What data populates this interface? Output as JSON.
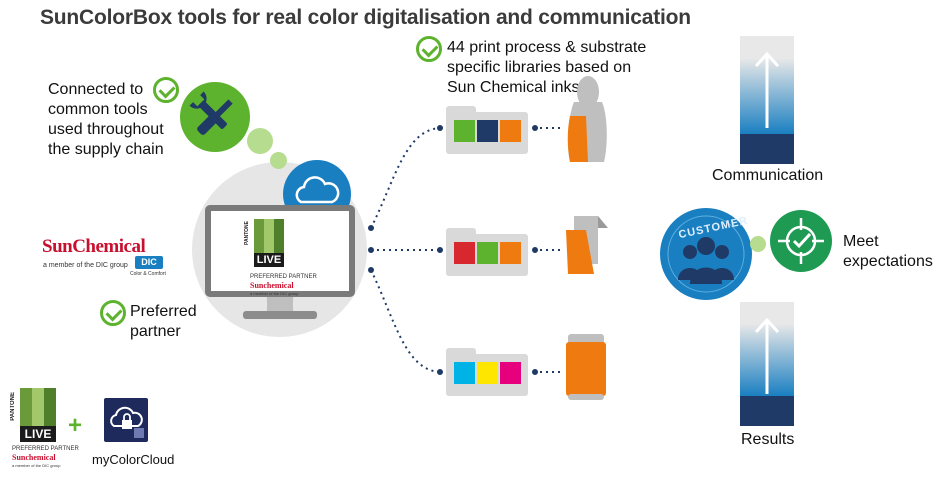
{
  "title": "SunColorBox tools for real color digitalisation and communication",
  "connected_text": [
    "Connected to",
    "common tools",
    "used throughout",
    "the supply chain"
  ],
  "preferred_text": [
    "Preferred",
    "partner"
  ],
  "libraries_text": [
    "44 print process & substrate",
    "specific libraries based on",
    "Sun Chemical inks"
  ],
  "communication_label": "Communication",
  "results_label": "Results",
  "meet_text": [
    "Meet",
    "expectations"
  ],
  "customer_label": "CUSTOMER",
  "mycolorcloud_label": "myColorCloud",
  "plus": "+",
  "sunchemical": {
    "name": "SunChemical",
    "subtitle": "a member of the DIC group",
    "dic": "DIC",
    "dic_tag": "Color & Comfort"
  },
  "pantone_live": {
    "pantone": "PANTONE",
    "live": "LIVE",
    "preferred": "PREFERRED PARTNER",
    "sun": "Sunchemical",
    "member": "a member of the DIC group"
  },
  "colors": {
    "green": "#5eb32e",
    "navy": "#1f3a66",
    "blue": "#1a7fc1",
    "cyan": "#00b3e6",
    "orange": "#ef7b10",
    "red": "#d7272f",
    "yellow": "#ffe600",
    "gray": "#d9d9d9"
  },
  "bars": [
    {
      "label": "Communication",
      "fill": 0.32
    },
    {
      "label": "Results",
      "fill": 0.2
    }
  ]
}
